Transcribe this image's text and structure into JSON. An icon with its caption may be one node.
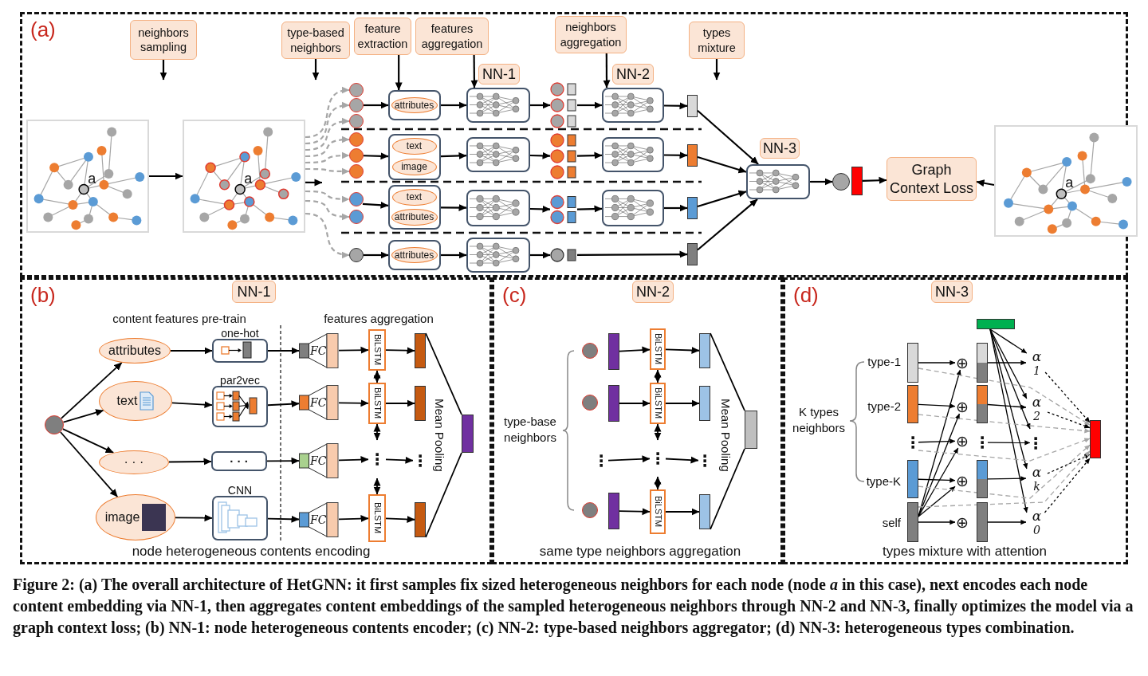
{
  "diagram": {
    "caption": "Figure 2: (a) The overall architecture of HetGNN: it first samples fix sized heterogeneous neighbors for each node (node *a* in this case), next encodes each node content embedding via NN-1, then aggregates content embeddings of the sampled heterogeneous neighbors through NN-2 and NN-3, finally optimizes the model via a graph context loss; (b) NN-1: node heterogeneous contents encoder; (c) NN-2: type-based neighbors aggregator; (d) NN-3: heterogeneous types combination.",
    "nodes": [
      {
        "text": [
          "(a)"
        ]
      },
      {
        "text": [
          "neighbors sampling"
        ],
        "in": 0
      },
      {
        "text": [
          "type-based neighbors"
        ],
        "in": 0
      },
      {
        "text": [
          "feature extraction"
        ],
        "in": 0
      },
      {
        "text": [
          "features aggregation"
        ],
        "in": 0
      },
      {
        "text": [
          "neighbors aggregation"
        ],
        "in": 0
      },
      {
        "text": [
          "types mixture"
        ],
        "in": 0
      },
      {
        "text": [
          "a"
        ],
        "in": 0
      },
      {
        "text": [
          "a"
        ],
        "in": 0
      },
      {
        "text": [
          "NN-1"
        ],
        "in": 0
      },
      {
        "text": [
          "NN-2"
        ],
        "in": 0
      },
      {
        "text": [],
        "shape": "circle",
        "in": 0
      },
      {
        "text": [],
        "shape": "circle",
        "in": 0
      },
      {
        "text": [],
        "shape": "circle",
        "in": 0
      },
      {
        "text": [],
        "shape": "circle",
        "in": 0
      },
      {
        "text": [],
        "shape": "circle",
        "in": 0
      },
      {
        "text": [],
        "shape": "circle",
        "in": 0
      },
      {
        "text": [],
        "shape": "circle",
        "in": 0
      },
      {
        "text": [],
        "shape": "circle",
        "in": 0
      },
      {
        "text": [],
        "shape": "circle",
        "in": 0
      },
      {
        "text": [],
        "shape": "box",
        "in": 0
      },
      {
        "text": [
          "attributes"
        ],
        "in": 20
      },
      {
        "text": [],
        "shape": "box",
        "in": 0
      },
      {
        "text": [
          "text"
        ],
        "in": 22
      },
      {
        "text": [
          "image"
        ],
        "in": 22
      },
      {
        "text": [],
        "shape": "box",
        "in": 0
      },
      {
        "text": [
          "text"
        ],
        "in": 25
      },
      {
        "text": [
          "attributes"
        ],
        "in": 25
      },
      {
        "text": [],
        "shape": "box",
        "in": 0
      },
      {
        "text": [
          "attributes"
        ],
        "in": 28
      },
      {
        "text": [],
        "shape": "box",
        "in": 0
      },
      {
        "text": [],
        "shape": "box",
        "in": 0
      },
      {
        "text": [],
        "shape": "box",
        "in": 0
      },
      {
        "text": [],
        "shape": "box",
        "in": 0
      },
      {
        "text": [],
        "shape": "bar",
        "in": 0
      },
      {
        "text": [],
        "shape": "bar",
        "in": 0
      },
      {
        "text": [],
        "shape": "bar",
        "in": 0
      },
      {
        "text": [],
        "shape": "bar",
        "in": 0
      },
      {
        "text": [],
        "shape": "box",
        "in": 0
      },
      {
        "text": [],
        "shape": "box",
        "in": 0
      },
      {
        "text": [],
        "shape": "box",
        "in": 0
      },
      {
        "text": [
          "NN-3"
        ],
        "in": 0
      },
      {
        "text": [],
        "shape": "bar",
        "in": 0
      },
      {
        "text": [],
        "shape": "bar",
        "in": 0
      },
      {
        "text": [],
        "shape": "bar",
        "in": 0
      },
      {
        "text": [],
        "shape": "bar",
        "in": 0
      },
      {
        "text": [],
        "shape": "box",
        "in": 0
      },
      {
        "text": [],
        "shape": "circle",
        "in": 0
      },
      {
        "text": [],
        "shape": "bar",
        "in": 0
      },
      {
        "text": [
          "Graph Context Loss"
        ],
        "in": 0
      },
      {
        "text": [
          "a"
        ],
        "in": 0
      },
      {
        "text": [
          "(b)"
        ]
      },
      {
        "text": [
          "NN-1"
        ],
        "in": 51
      },
      {
        "text": [],
        "shape": "circle",
        "in": 51
      },
      {
        "text": [
          "attributes"
        ],
        "in": 51
      },
      {
        "text": [
          "text"
        ],
        "in": 51
      },
      {
        "text": [
          "· · ·"
        ],
        "in": 51
      },
      {
        "text": [
          "image"
        ],
        "in": 51
      },
      {
        "text": [],
        "shape": "box",
        "beside": [
          "one-hot"
        ],
        "in": 51
      },
      {
        "text": [],
        "shape": "box",
        "beside": [
          "par2vec"
        ],
        "in": 51
      },
      {
        "text": [
          "· · ·"
        ],
        "in": 51
      },
      {
        "text": [],
        "shape": "box",
        "beside": [
          "CNN"
        ],
        "in": 51
      },
      {
        "text": [
          "FC"
        ],
        "in": 51
      },
      {
        "text": [
          "FC"
        ],
        "in": 51
      },
      {
        "text": [
          "FC"
        ],
        "in": 51
      },
      {
        "text": [
          "FC"
        ],
        "in": 51
      },
      {
        "text": [
          "BiLSTM"
        ],
        "in": 51
      },
      {
        "text": [
          "BiLSTM"
        ],
        "in": 51
      },
      {
        "text": [
          "⋮"
        ],
        "in": 51
      },
      {
        "text": [
          "BiLSTM"
        ],
        "in": 51
      },
      {
        "text": [],
        "shape": "bar",
        "in": 51
      },
      {
        "text": [],
        "shape": "bar",
        "in": 51
      },
      {
        "text": [
          "⋮"
        ],
        "in": 51
      },
      {
        "text": [],
        "shape": "bar",
        "in": 51
      },
      {
        "text": [],
        "shape": "bar",
        "in": 51
      },
      {
        "text": [
          "(c)"
        ]
      },
      {
        "text": [
          "NN-2"
        ],
        "in": 75
      },
      {
        "text": [],
        "shape": "circle",
        "in": 75
      },
      {
        "text": [],
        "shape": "circle",
        "in": 75
      },
      {
        "text": [],
        "shape": "circle",
        "in": 75
      },
      {
        "text": [],
        "shape": "bar",
        "in": 75
      },
      {
        "text": [],
        "shape": "bar",
        "in": 75
      },
      {
        "text": [
          "⋮"
        ],
        "in": 75
      },
      {
        "text": [],
        "shape": "bar",
        "in": 75
      },
      {
        "text": [
          "BiLSTM"
        ],
        "in": 75
      },
      {
        "text": [
          "BiLSTM"
        ],
        "in": 75
      },
      {
        "text": [
          "⋮"
        ],
        "in": 75
      },
      {
        "text": [
          "BiLSTM"
        ],
        "in": 75
      },
      {
        "text": [],
        "shape": "bar",
        "in": 75
      },
      {
        "text": [],
        "shape": "bar",
        "in": 75
      },
      {
        "text": [
          "⋮"
        ],
        "in": 75
      },
      {
        "text": [],
        "shape": "bar",
        "in": 75
      },
      {
        "text": [],
        "shape": "bar",
        "in": 75
      },
      {
        "text": [
          "(d)"
        ]
      },
      {
        "text": [
          "NN-3"
        ],
        "in": 93
      },
      {
        "text": [],
        "shape": "bar",
        "in": 93
      },
      {
        "text": [],
        "shape": "bar",
        "in": 93
      },
      {
        "text": [],
        "shape": "bar",
        "in": 93
      },
      {
        "text": [
          "⋮"
        ],
        "in": 93
      },
      {
        "text": [],
        "shape": "bar",
        "in": 93
      },
      {
        "text": [],
        "shape": "bar",
        "in": 93
      },
      {
        "text": [
          "⊕"
        ],
        "in": 93
      },
      {
        "text": [
          "⊕"
        ],
        "in": 93
      },
      {
        "text": [
          "⊕"
        ],
        "in": 93
      },
      {
        "text": [
          "⊕"
        ],
        "in": 93
      },
      {
        "text": [
          "⊕"
        ],
        "in": 93
      },
      {
        "text": [],
        "shape": "bar",
        "in": 93
      },
      {
        "text": [],
        "shape": "bar",
        "in": 93
      },
      {
        "text": [
          "⋮"
        ],
        "in": 93
      },
      {
        "text": [],
        "shape": "bar",
        "in": 93
      },
      {
        "text": [],
        "shape": "bar",
        "in": 93
      },
      {
        "text": [
          "α$_{1}$"
        ],
        "in": 93
      },
      {
        "text": [
          "α$_{2}$"
        ],
        "in": 93
      },
      {
        "text": [
          "⋮"
        ],
        "in": 93
      },
      {
        "text": [
          "α$_{k}$"
        ],
        "in": 93
      },
      {
        "text": [
          "α$_{0}$"
        ],
        "in": 93
      },
      {
        "text": [],
        "shape": "bar",
        "in": 93
      }
    ],
    "edges": [
      {
        "from": 1,
        "to": null,
        "arrow": "to"
      },
      {
        "from": 2,
        "to": null,
        "arrow": "to"
      },
      {
        "from": 3,
        "to": 20,
        "arrow": "to"
      },
      {
        "from": 4,
        "to": 30,
        "arrow": "to"
      },
      {
        "from": 5,
        "to": 38,
        "arrow": "to"
      },
      {
        "from": 6,
        "to": null,
        "arrow": "to"
      },
      {
        "from": 7,
        "to": 8,
        "arrow": "to"
      },
      {
        "from": 8,
        "to": null,
        "arrow": "to"
      },
      {
        "from": 8,
        "to": 11,
        "arrow": "to",
        "style": "dashed",
        "color": "#a6a6a6"
      },
      {
        "from": 8,
        "to": 12,
        "arrow": "to",
        "style": "dashed",
        "color": "#a6a6a6"
      },
      {
        "from": 8,
        "to": 13,
        "arrow": "to",
        "style": "dashed",
        "color": "#a6a6a6"
      },
      {
        "from": 8,
        "to": 14,
        "arrow": "to",
        "style": "dashed",
        "color": "#a6a6a6"
      },
      {
        "from": 8,
        "to": 15,
        "arrow": "to",
        "style": "dashed",
        "color": "#a6a6a6"
      },
      {
        "from": 8,
        "to": 16,
        "arrow": "to",
        "style": "dashed",
        "color": "#a6a6a6"
      },
      {
        "from": 8,
        "to": 17,
        "arrow": "to",
        "style": "dashed",
        "color": "#a6a6a6"
      },
      {
        "from": 8,
        "to": 18,
        "arrow": "to",
        "style": "dashed",
        "color": "#a6a6a6"
      },
      {
        "from": 8,
        "to": 19,
        "arrow": "to",
        "style": "dashed",
        "color": "#a6a6a6"
      },
      {
        "from": 12,
        "to": 20,
        "arrow": "to"
      },
      {
        "from": 15,
        "to": 22,
        "arrow": "to"
      },
      {
        "from": 17,
        "to": 25,
        "arrow": "to"
      },
      {
        "from": 19,
        "to": 28,
        "arrow": "to"
      },
      {
        "from": 20,
        "to": 30,
        "arrow": "to"
      },
      {
        "from": 22,
        "to": 31,
        "arrow": "to"
      },
      {
        "from": 25,
        "to": 32,
        "arrow": "to"
      },
      {
        "from": 28,
        "to": 33,
        "arrow": "to"
      },
      {
        "from": 30,
        "to": 34,
        "arrow": "to"
      },
      {
        "from": 31,
        "to": 35,
        "arrow": "to"
      },
      {
        "from": 32,
        "to": 36,
        "arrow": "to"
      },
      {
        "from": 33,
        "to": 37,
        "arrow": "to"
      },
      {
        "from": 34,
        "to": 38,
        "arrow": "to"
      },
      {
        "from": 35,
        "to": 39,
        "arrow": "to"
      },
      {
        "from": 36,
        "to": 40,
        "arrow": "to"
      },
      {
        "from": 37,
        "to": 45,
        "arrow": "to"
      },
      {
        "from": 38,
        "to": 42,
        "arrow": "to"
      },
      {
        "from": 39,
        "to": 43,
        "arrow": "to"
      },
      {
        "from": 40,
        "to": 44,
        "arrow": "to"
      },
      {
        "from": 42,
        "to": 46,
        "arrow": "to"
      },
      {
        "from": 43,
        "to": 46,
        "arrow": "to"
      },
      {
        "from": 44,
        "to": 46,
        "arrow": "to"
      },
      {
        "from": 45,
        "to": 46,
        "arrow": "to"
      },
      {
        "from": 46,
        "to": 47,
        "arrow": "to"
      },
      {
        "from": 48,
        "to": 49,
        "arrow": "to"
      },
      {
        "from": 50,
        "to": 49,
        "arrow": "to"
      },
      {
        "from": 53,
        "to": 54,
        "arrow": "to"
      },
      {
        "from": 53,
        "to": 55,
        "arrow": "to"
      },
      {
        "from": 53,
        "to": 56,
        "arrow": "to"
      },
      {
        "from": 53,
        "to": 57,
        "arrow": "to"
      },
      {
        "from": 54,
        "to": 58,
        "arrow": "to"
      },
      {
        "from": 55,
        "to": 59,
        "arrow": "to"
      },
      {
        "from": 56,
        "to": 60,
        "arrow": "to"
      },
      {
        "from": 57,
        "to": 61,
        "arrow": "to"
      },
      {
        "from": 58,
        "to": 62,
        "arrow": "to"
      },
      {
        "from": 59,
        "to": 63,
        "arrow": "to"
      },
      {
        "from": 60,
        "to": 64,
        "arrow": "to"
      },
      {
        "from": 61,
        "to": 65,
        "arrow": "to"
      },
      {
        "from": 62,
        "to": 66,
        "arrow": "to"
      },
      {
        "from": 63,
        "to": 67,
        "arrow": "to"
      },
      {
        "from": 64,
        "to": 68,
        "arrow": "to"
      },
      {
        "from": 65,
        "to": 69,
        "arrow": "to"
      },
      {
        "from": 66,
        "to": 67,
        "arrow": "both"
      },
      {
        "from": 67,
        "to": 68,
        "arrow": "both"
      },
      {
        "from": 68,
        "to": 69,
        "arrow": "both"
      },
      {
        "from": 66,
        "to": 70,
        "arrow": "to"
      },
      {
        "from": 67,
        "to": 71,
        "arrow": "to"
      },
      {
        "from": 68,
        "to": 72,
        "arrow": "to"
      },
      {
        "from": 69,
        "to": 73,
        "arrow": "to"
      },
      {
        "from": 70,
        "to": 74,
        "arrow": "none"
      },
      {
        "from": 73,
        "to": 74,
        "arrow": "none"
      },
      {
        "from": 80,
        "to": 84,
        "arrow": "to"
      },
      {
        "from": 81,
        "to": 85,
        "arrow": "to"
      },
      {
        "from": 82,
        "to": 86,
        "arrow": "to"
      },
      {
        "from": 83,
        "to": 87,
        "arrow": "to"
      },
      {
        "from": 84,
        "to": 85,
        "arrow": "both"
      },
      {
        "from": 85,
        "to": 86,
        "arrow": "both"
      },
      {
        "from": 86,
        "to": 87,
        "arrow": "both"
      },
      {
        "from": 84,
        "to": 88,
        "arrow": "to"
      },
      {
        "from": 85,
        "to": 89,
        "arrow": "to"
      },
      {
        "from": 86,
        "to": 90,
        "arrow": "to"
      },
      {
        "from": 87,
        "to": 91,
        "arrow": "to"
      },
      {
        "from": 88,
        "to": 92,
        "arrow": "none"
      },
      {
        "from": 91,
        "to": 92,
        "arrow": "none"
      },
      {
        "from": 96,
        "to": 101,
        "arrow": "to"
      },
      {
        "from": 97,
        "to": 102,
        "arrow": "to"
      },
      {
        "from": 98,
        "to": 103,
        "arrow": "to"
      },
      {
        "from": 99,
        "to": 104,
        "arrow": "to"
      },
      {
        "from": 100,
        "to": 105,
        "arrow": "to"
      },
      {
        "from": 100,
        "to": 101,
        "arrow": "to"
      },
      {
        "from": 100,
        "to": 102,
        "arrow": "to"
      },
      {
        "from": 100,
        "to": 103,
        "arrow": "to"
      },
      {
        "from": 100,
        "to": 104,
        "arrow": "to"
      },
      {
        "from": 106,
        "to": 111,
        "arrow": "to"
      },
      {
        "from": 107,
        "to": 112,
        "arrow": "to"
      },
      {
        "from": 108,
        "to": 113,
        "arrow": "to"
      },
      {
        "from": 109,
        "to": 114,
        "arrow": "to"
      },
      {
        "from": 110,
        "to": 115,
        "arrow": "to"
      },
      {
        "from": 95,
        "to": 111,
        "arrow": "to"
      },
      {
        "from": 95,
        "to": 112,
        "arrow": "to"
      },
      {
        "from": 95,
        "to": 113,
        "arrow": "to"
      },
      {
        "from": 95,
        "to": 114,
        "arrow": "to"
      },
      {
        "from": 95,
        "to": 115,
        "arrow": "to"
      },
      {
        "from": 111,
        "to": 116,
        "arrow": "to",
        "style": "dashed"
      },
      {
        "from": 112,
        "to": 116,
        "arrow": "to",
        "style": "dashed"
      },
      {
        "from": 114,
        "to": 116,
        "arrow": "to",
        "style": "dashed"
      },
      {
        "from": 115,
        "to": 116,
        "arrow": "to",
        "style": "dashed"
      },
      {
        "from": 96,
        "to": 116,
        "arrow": "to",
        "style": "dashed",
        "color": "#a6a6a6"
      },
      {
        "from": 97,
        "to": 116,
        "arrow": "to",
        "style": "dashed",
        "color": "#a6a6a6"
      },
      {
        "from": 98,
        "to": 116,
        "arrow": "to",
        "style": "dashed",
        "color": "#a6a6a6"
      },
      {
        "from": 99,
        "to": 116,
        "arrow": "to",
        "style": "dashed",
        "color": "#a6a6a6"
      },
      {
        "from": 100,
        "to": 116,
        "arrow": "to",
        "style": "dashed",
        "color": "#a6a6a6"
      }
    ],
    "labels": [
      "content features pre-train",
      "features aggregation",
      "Mean Pooling",
      "node heterogeneous contents encoding",
      "type-base neighbors",
      "Mean Pooling",
      "same type neighbors aggregation",
      "K types neighbors",
      "type-1",
      "type-2",
      "type-K",
      "self",
      "types mixture with attention"
    ]
  }
}
